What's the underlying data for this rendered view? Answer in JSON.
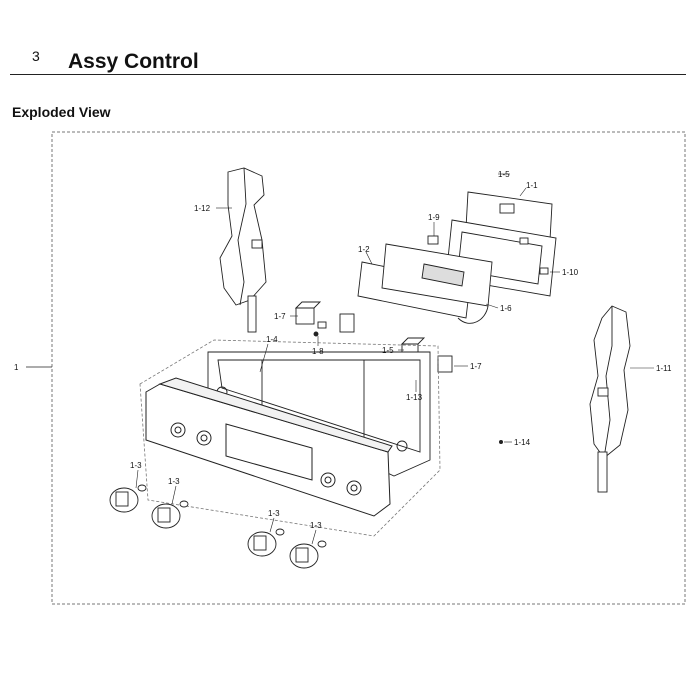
{
  "header": {
    "section_number": "3",
    "title": "Assy Control"
  },
  "subtitle": "Exploded View",
  "callouts": {
    "main": "1",
    "c1_1": "1-1",
    "c1_2": "1-2",
    "c1_3a": "1-3",
    "c1_3b": "1-3",
    "c1_3c": "1-3",
    "c1_3d": "1-3",
    "c1_4": "1-4",
    "c1_5a": "1-5",
    "c1_5b": "1-5",
    "c1_6": "1-6",
    "c1_7a": "1-7",
    "c1_7b": "1-7",
    "c1_8": "1-8",
    "c1_9": "1-9",
    "c1_10": "1-10",
    "c1_11": "1-11",
    "c1_12": "1-12",
    "c1_13": "1-13",
    "c1_14": "1-14"
  },
  "colors": {
    "line": "#222222",
    "dash": "#777777"
  }
}
